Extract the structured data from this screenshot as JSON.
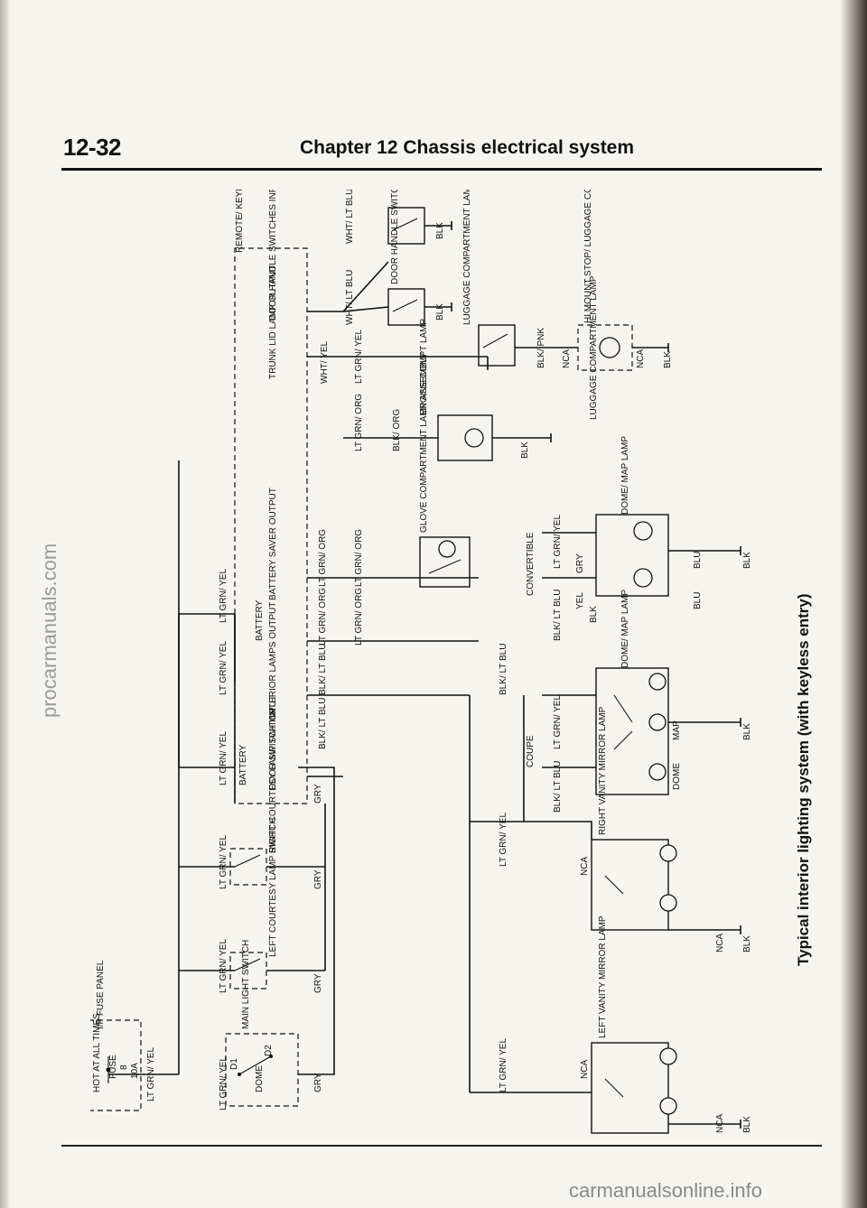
{
  "header": {
    "page_number": "12-32",
    "chapter": "Chapter 12  Chassis electrical system"
  },
  "caption": "Typical interior lighting system (with keyless entry)",
  "watermarks": {
    "left": "procarmanuals.com",
    "bottom": "carmanualsonline.info"
  },
  "labels": {
    "hot_at_all_times": "HOT AT ALL TIMES",
    "fuse": "FUSE",
    "fuse_num": "8",
    "fuse_amp": "10A",
    "ip_fuse_panel": "I/P FUSE PANEL",
    "main_light_switch": "MAIN LIGHT SWITCH",
    "dome": "DOME",
    "d1": "D1",
    "d2": "D2",
    "left_courtesy_lamp_switch": "LEFT COURTESY LAMP SWITCH",
    "right_courtesy_lamp_switch": "RIGHT COURTESY LAMP SWITCH",
    "battery": "BATTERY",
    "door_switch_input": "DOOR SWITCH INPUT",
    "interior_lamps_output": "INTERIOR LAMPS OUTPUT",
    "battery_saver_output": "BATTERY SAVER OUTPUT",
    "trunk_lid_lamp_output": "TRUNK LID LAMP OUTPUT",
    "door_handle_switches_input": "DOOR HANDLE SWITCHES INPUT",
    "remote_keyless_entry_module": "REMOTE/ KEYLESS ENTRY MODULE",
    "door_handle_switches": "DOOR HANDLE SWITCHES",
    "engine_compt_lamp": "ENGINE COMPT LAMP",
    "glove_compartment_lamp_assembly": "GLOVE COMPARTMENT LAMP ASSEMBLY",
    "luggage_compartment_lamp_switch": "LUGGAGE COMPARTMENT LAMP SWITCH",
    "hi_mount_stop_luggage_lamp_assembly": "HI MOUNT STOP/ LUGGAGE COMPARTMENT LAMP ASSEMBLY",
    "luggage_compartment_lamp": "LUGGAGE COMPARTMENT LAMP",
    "dome_map_lamp": "DOME/ MAP LAMP",
    "map": "MAP",
    "convertible": "CONVERTIBLE",
    "coupe": "COUPE",
    "right_vanity_mirror_lamp": "RIGHT VANITY MIRROR LAMP",
    "left_vanity_mirror_lamp": "LEFT VANITY MIRROR LAMP",
    "nca": "NCA"
  },
  "wires": {
    "lt_grn_yel": "LT GRN/ YEL",
    "lt_grn_org": "LT GRN/ ORG",
    "blk_lt_blu": "BLK/ LT BLU",
    "wht_yel": "WHT/ YEL",
    "wht_lt_blu": "WHT/ LT BLU",
    "blk_org": "BLK/ ORG",
    "blk_pnk": "BLK/ PNK",
    "blk": "BLK",
    "gry": "GRY",
    "blu": "BLU",
    "yel": "YEL"
  }
}
